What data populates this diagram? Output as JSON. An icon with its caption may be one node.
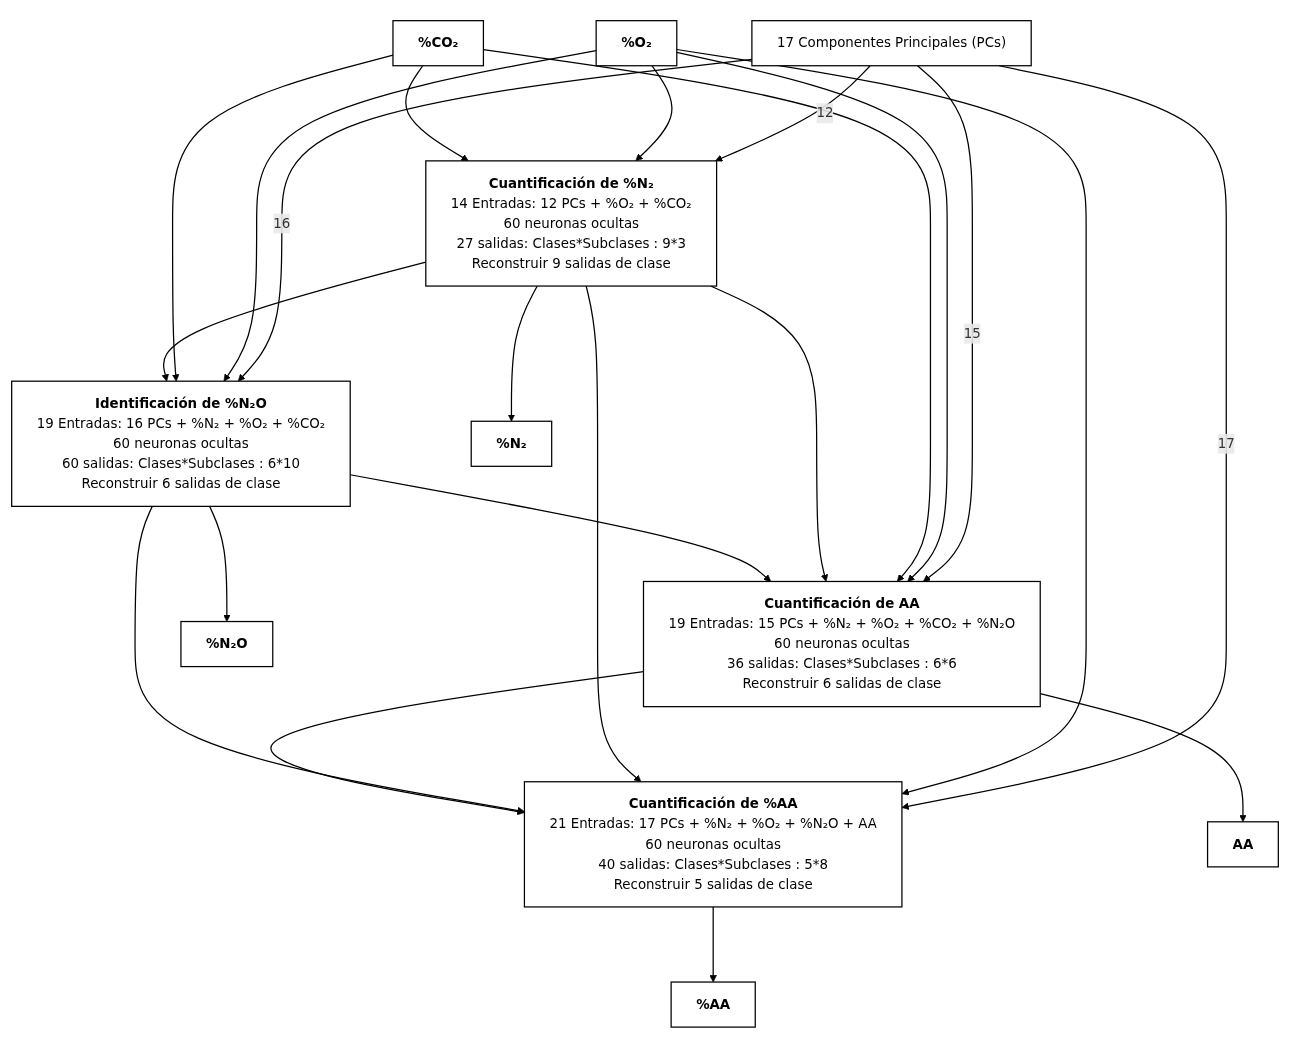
{
  "diagram": {
    "nodes": [
      {
        "text": [
          "17 Componentes Principales (PCs)"
        ]
      },
      {
        "text": [
          "%O₂"
        ]
      },
      {
        "text": [
          "%CO₂"
        ]
      },
      {
        "text": [
          "Cuantificación de %N₂",
          "14 Entradas: 12 PCs + %O₂ + %CO₂",
          "60 neuronas ocultas",
          "27 salidas: Clases*Subclases : 9*3",
          "Reconstruir 9 salidas de clase"
        ]
      },
      {
        "text": [
          "Identificación de %N₂O",
          "19 Entradas: 16 PCs + %N₂ + %O₂ + %CO₂",
          "60 neuronas ocultas",
          "60 salidas: Clases*Subclases : 6*10",
          "Reconstruir 6 salidas de clase"
        ]
      },
      {
        "text": [
          "Cuantificación de AA",
          "19 Entradas: 15 PCs + %N₂ + %O₂ + %CO₂ + %N₂O",
          "60 neuronas ocultas",
          "36 salidas: Clases*Subclases : 6*6",
          "Reconstruir 6 salidas de clase"
        ]
      },
      {
        "text": [
          "Cuantificación de %AA",
          "21 Entradas: 17 PCs + %N₂ + %O₂ + %N₂O + AA",
          "60 neuronas ocultas",
          "40 salidas: Clases*Subclases : 5*8",
          "Reconstruir 5 salidas de clase"
        ]
      },
      {
        "text": [
          "%N₂"
        ]
      },
      {
        "text": [
          "%N₂O"
        ]
      },
      {
        "text": [
          "AA"
        ]
      },
      {
        "text": [
          "%AA"
        ]
      }
    ],
    "edges": [
      {
        "from": 0,
        "to": 3,
        "arrow": "to",
        "label": "12"
      },
      {
        "from": 0,
        "to": 4,
        "arrow": "to",
        "label": "16"
      },
      {
        "from": 0,
        "to": 5,
        "arrow": "to",
        "label": "15"
      },
      {
        "from": 0,
        "to": 6,
        "arrow": "to",
        "label": "17"
      },
      {
        "from": 1,
        "to": 3,
        "arrow": "to"
      },
      {
        "from": 1,
        "to": 4,
        "arrow": "to"
      },
      {
        "from": 1,
        "to": 5,
        "arrow": "to"
      },
      {
        "from": 1,
        "to": 6,
        "arrow": "to"
      },
      {
        "from": 2,
        "to": 3,
        "arrow": "to"
      },
      {
        "from": 2,
        "to": 4,
        "arrow": "to"
      },
      {
        "from": 2,
        "to": 5,
        "arrow": "to"
      },
      {
        "from": 3,
        "to": 4,
        "arrow": "to"
      },
      {
        "from": 3,
        "to": 7,
        "arrow": "to"
      },
      {
        "from": 3,
        "to": 5,
        "arrow": "to"
      },
      {
        "from": 3,
        "to": 6,
        "arrow": "to"
      },
      {
        "from": 4,
        "to": 5,
        "arrow": "to"
      },
      {
        "from": 4,
        "to": 8,
        "arrow": "to"
      },
      {
        "from": 4,
        "to": 6,
        "arrow": "to"
      },
      {
        "from": 5,
        "to": 6,
        "arrow": "to"
      },
      {
        "from": 5,
        "to": 9,
        "arrow": "to"
      },
      {
        "from": 6,
        "to": 10,
        "arrow": "to"
      }
    ]
  }
}
